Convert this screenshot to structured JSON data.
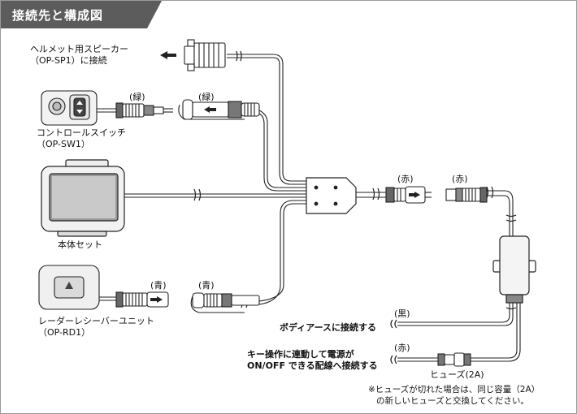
{
  "title": "接続先と構成図",
  "components": {
    "helmet_speaker": {
      "line1": "ヘルメット用スピーカー",
      "line2": "（OP-SP1）に接続"
    },
    "control_switch": {
      "line1": "コントロールスイッチ",
      "line2": "（OP-SW1）"
    },
    "main_unit": {
      "label": "本体セット"
    },
    "radar_receiver": {
      "line1": "レーダーレシーバーユニット",
      "line2": "（OP-RD1）"
    }
  },
  "connector_colors": {
    "green_left": "(緑)",
    "green_right": "(緑)",
    "red_left": "(赤)",
    "red_right": "(赤)",
    "blue_left": "(青)",
    "blue_right": "(青)",
    "black_wire": "(黒)",
    "red_wire": "(赤)"
  },
  "instructions": {
    "ground": "ボディアースに接続する",
    "acc_line1": "キー操作に連動して電源が",
    "acc_line2": "ON/OFF できる配線へ接続する",
    "fuse": "ヒューズ(2A)",
    "note_line1": "※ヒューズが切れた場合は、同じ容量（2A）",
    "note_line2": "の新しいヒューズと交換してください。"
  }
}
